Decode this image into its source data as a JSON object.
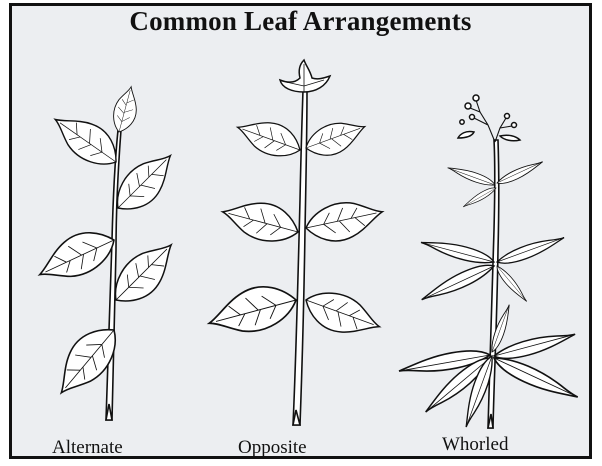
{
  "title": "Common Leaf Arrangements",
  "labels": {
    "alternate": "Alternate",
    "opposite": "Opposite",
    "whorled": "Whorled"
  },
  "colors": {
    "background": "#eceef1",
    "border": "#111111",
    "ink": "#111111"
  }
}
